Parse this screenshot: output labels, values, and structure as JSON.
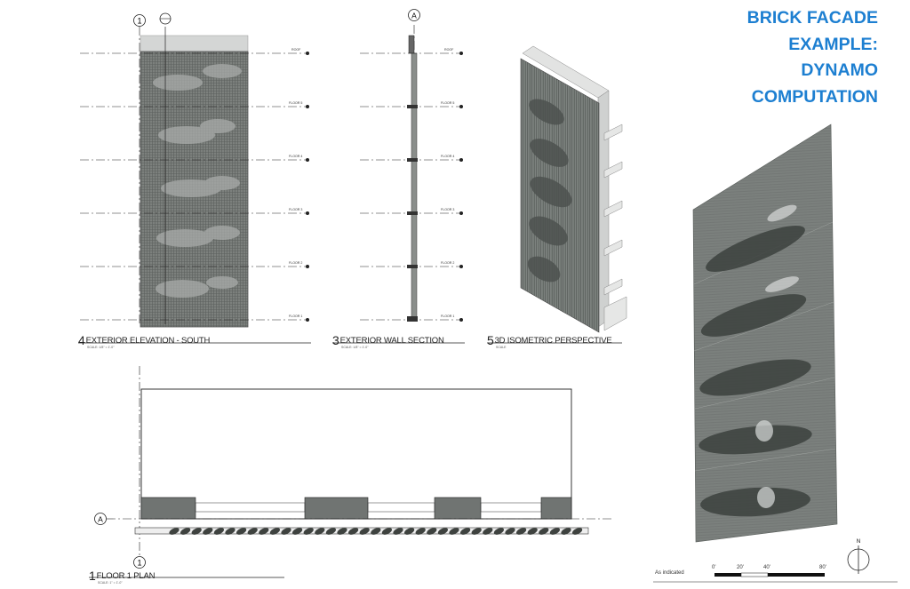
{
  "sheet_title": [
    "BRICK FACADE",
    "EXAMPLE:",
    "DYNAMO",
    "COMPUTATION"
  ],
  "views": {
    "elevation": {
      "number": "4",
      "title": "EXTERIOR ELEVATION - SOUTH",
      "scale": "SCALE: 1/8\" = 1'-0\""
    },
    "section": {
      "number": "3",
      "title": "EXTERIOR WALL SECTION",
      "scale": "SCALE: 1/8\" = 1'-0\""
    },
    "isometric": {
      "number": "5",
      "title": "3D ISOMETRIC PERSPECTIVE",
      "scale": "SCALE"
    },
    "plan": {
      "number": "1",
      "title": "FLOOR 1 PLAN",
      "scale": "SCALE: 1\" = 1'-0\""
    }
  },
  "grid_bubbles": {
    "one": "1",
    "a": "A"
  },
  "levels": [
    "ROOF",
    "FLOOR 5",
    "FLOOR 4",
    "FLOOR 3",
    "FLOOR 2",
    "FLOOR 1"
  ],
  "scale_note": "As indicated",
  "scale_bar": [
    "0'",
    "20'",
    "40'",
    "80'"
  ],
  "north": "N",
  "colors": {
    "title": "#1d7fd1",
    "brick": "#6f7470",
    "brick_dark": "#4e5350"
  }
}
